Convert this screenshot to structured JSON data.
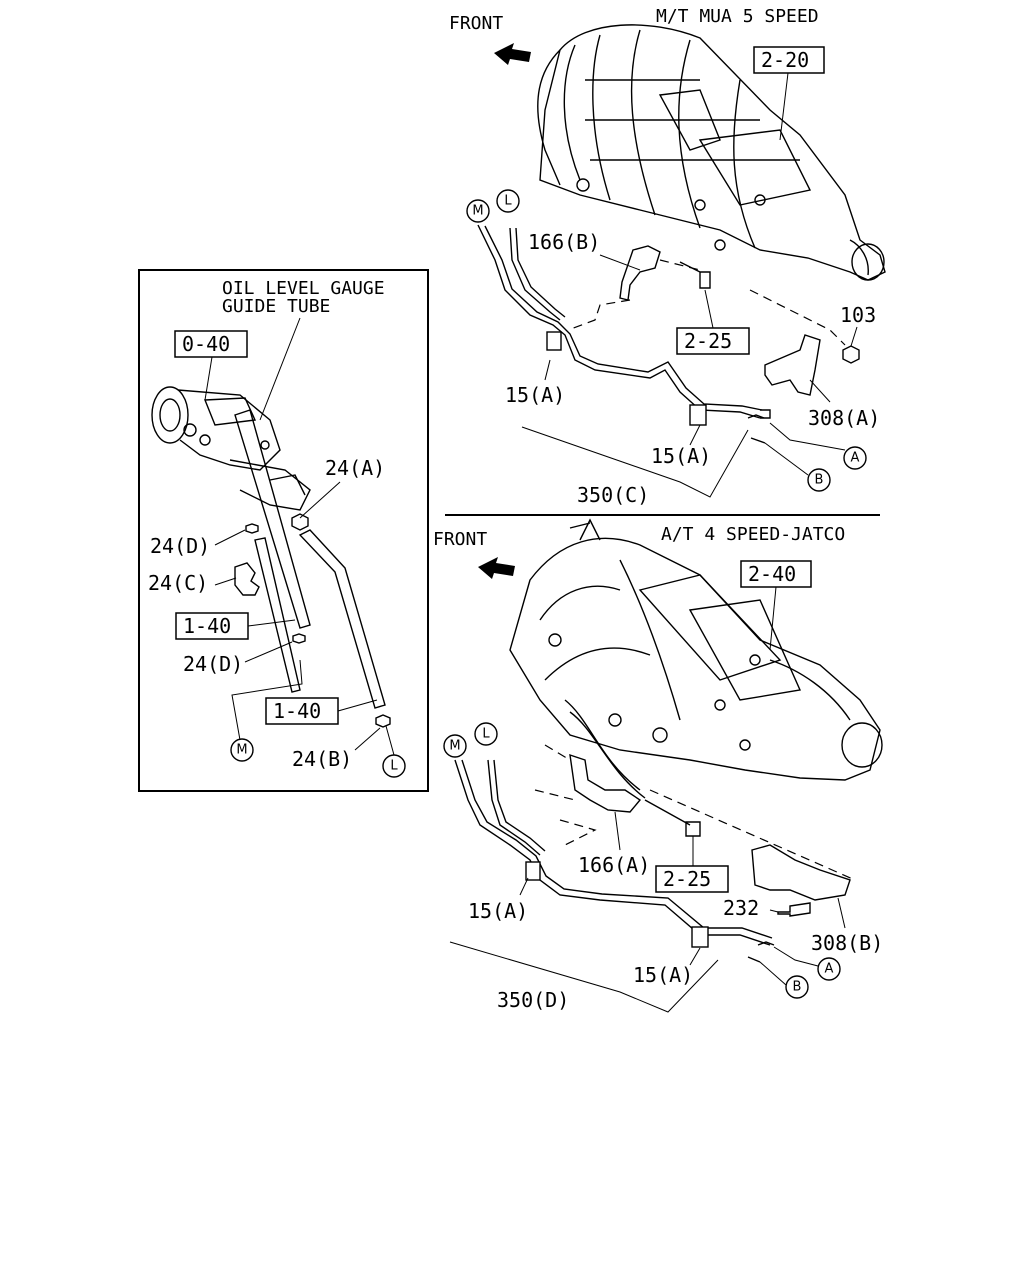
{
  "mt_section": {
    "front_label": "FRONT",
    "title": "M/T MUA 5 SPEED",
    "ref_transmission": "2-20",
    "ref_bolt": "2-25",
    "callouts": {
      "bracket_166": "166(B)",
      "nut_103": "103",
      "bracket_308": "308(A)",
      "clip_15_upper": "15(A)",
      "clip_15_lower": "15(A)",
      "pipe_assy_350": "350(C)"
    },
    "connectors": {
      "m": "M",
      "l": "L",
      "a": "A",
      "b": "B"
    }
  },
  "at_section": {
    "front_label": "FRONT",
    "title": "A/T 4 SPEED-JATCO",
    "ref_transmission": "2-40",
    "ref_bolt": "2-25",
    "callouts": {
      "bracket_166": "166(A)",
      "bolt_232": "232",
      "bracket_308": "308(B)",
      "clip_15_upper": "15(A)",
      "clip_15_lower": "15(A)",
      "pipe_assy_350": "350(D)"
    },
    "connectors": {
      "m": "M",
      "l": "L",
      "a": "A",
      "b": "B"
    }
  },
  "inset": {
    "title_line1": "OIL LEVEL GAUGE",
    "title_line2": "GUIDE TUBE",
    "ref_engine": "0-40",
    "ref_hose_upper": "1-40",
    "ref_hose_lower": "1-40",
    "callouts": {
      "clamp_24a": "24(A)",
      "clamp_24d_upper": "24(D)",
      "clamp_24c": "24(C)",
      "clamp_24d_lower": "24(D)",
      "clamp_24b": "24(B)"
    },
    "connectors": {
      "m": "M",
      "l": "L"
    }
  }
}
